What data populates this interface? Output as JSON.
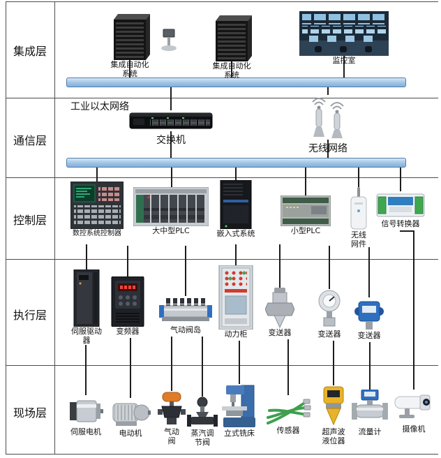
{
  "colors": {
    "bus_fill": "#9dc3e6",
    "bus_border": "#4f7dab",
    "connector_line": "#1c1c1c",
    "frame_line": "#4c4c4c",
    "background": "#ffffff"
  },
  "layers": [
    {
      "name": "集成层"
    },
    {
      "name": "通信层"
    },
    {
      "name": "控制层"
    },
    {
      "name": "执行层"
    },
    {
      "name": "现场层"
    }
  ],
  "integration": {
    "items": [
      {
        "label": "集成自动化\n系统"
      },
      {
        "label": "集成自动化\n系统"
      },
      {
        "label": "监控室"
      }
    ]
  },
  "communication": {
    "ethernet_label": "工业以太网络",
    "switch_label": "交换机",
    "wireless_label": "无线网络"
  },
  "control": {
    "items": [
      {
        "label": "数控系统控制器"
      },
      {
        "label": "大中型PLC"
      },
      {
        "label": "嵌入式系统"
      },
      {
        "label": "小型PLC"
      },
      {
        "label": "无线\n网件"
      },
      {
        "label": "信号转换器"
      }
    ]
  },
  "execution": {
    "items": [
      {
        "label": "伺服驱动\n器"
      },
      {
        "label": "变频器"
      },
      {
        "label": "气动阀岛"
      },
      {
        "label": "动力柜"
      },
      {
        "label": "变送器"
      },
      {
        "label": "变送器"
      },
      {
        "label": "变送器"
      }
    ]
  },
  "field": {
    "items": [
      {
        "label": "伺服电机"
      },
      {
        "label": "电动机"
      },
      {
        "label": "气动\n阀"
      },
      {
        "label": "蒸汽调\n节阀"
      },
      {
        "label": "立式铣床"
      },
      {
        "label": "传感器"
      },
      {
        "label": "超声波\n液位器"
      },
      {
        "label": "流量计"
      },
      {
        "label": "摄像机"
      }
    ]
  }
}
